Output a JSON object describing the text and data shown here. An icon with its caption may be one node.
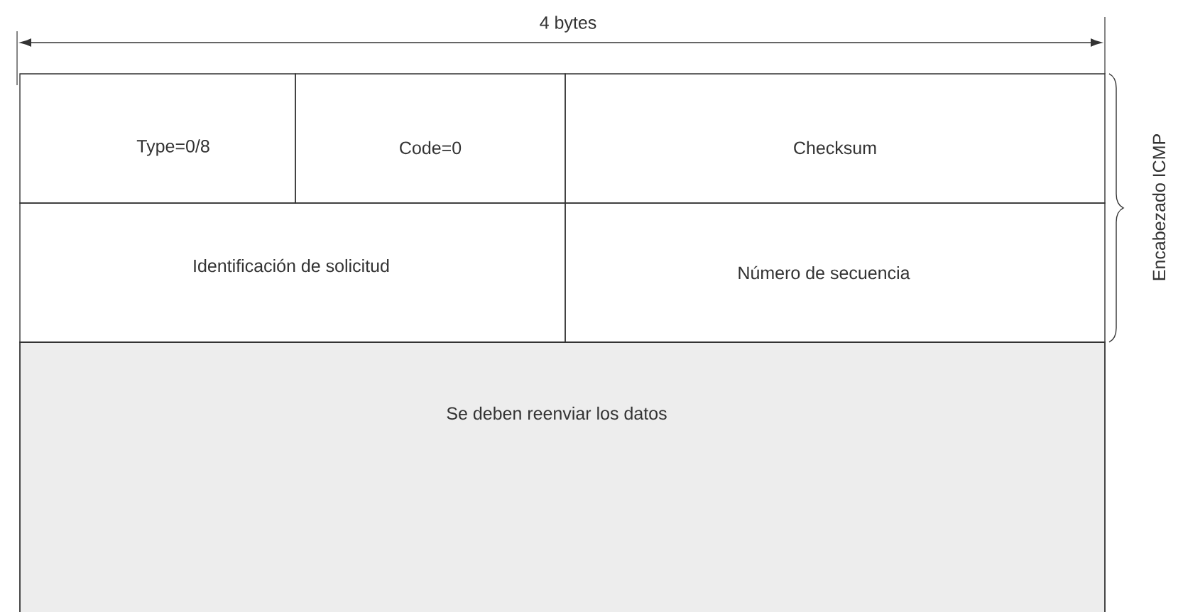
{
  "diagram": {
    "nodes": [
      {
        "text": [
          "Type=0/8"
        ]
      },
      {
        "text": [
          "Code=0"
        ]
      },
      {
        "text": [
          "Checksum"
        ]
      },
      {
        "text": [
          "Identificación de solicitud"
        ]
      },
      {
        "text": [
          "Número de secuencia"
        ]
      },
      {
        "text": [
          "Se deben reenviar los datos"
        ]
      }
    ],
    "labels": [
      "4 bytes",
      "Encabezado ICMP"
    ]
  }
}
